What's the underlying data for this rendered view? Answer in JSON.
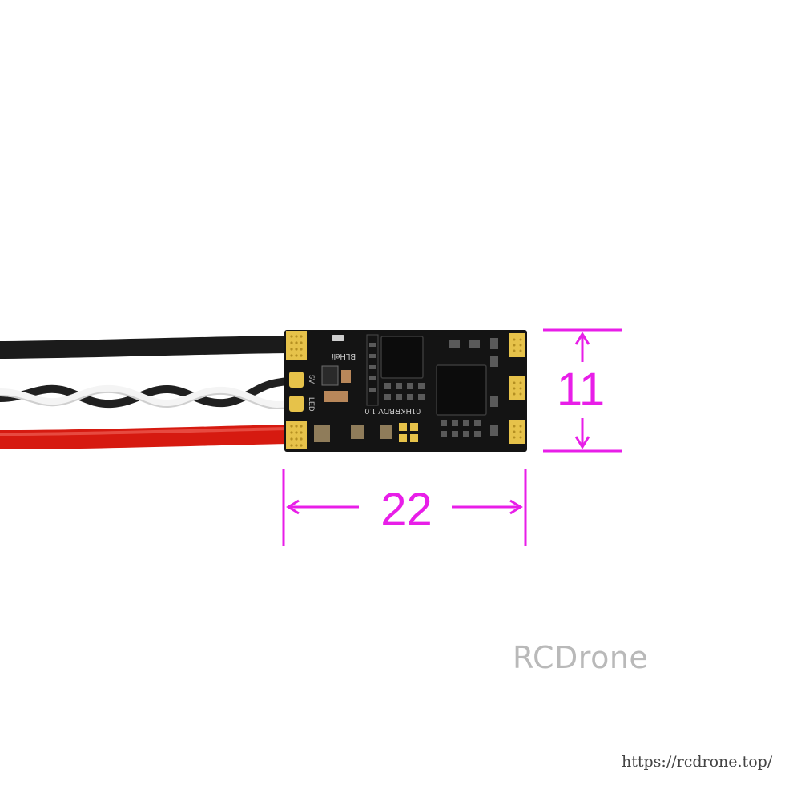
{
  "dimensions": {
    "height_label": "11",
    "width_label": "22",
    "color": "#e81ee8"
  },
  "board": {
    "silk_label_top": "BLHeli",
    "silk_label_pads_5v": "5V",
    "silk_label_pads_led": "LED",
    "silk_label_model": "01HKRBDV 1.0",
    "pcb_color": "#141414",
    "pad_color": "#e6c24a"
  },
  "wires": {
    "black_color": "#1b1b1b",
    "white_color": "#f4f4f4",
    "red_color": "#d61a10"
  },
  "watermark": {
    "brand": "RCDrone",
    "url": "https://rcdrone.top/",
    "brand_color": "#b9b9b9",
    "url_color": "#444444"
  }
}
